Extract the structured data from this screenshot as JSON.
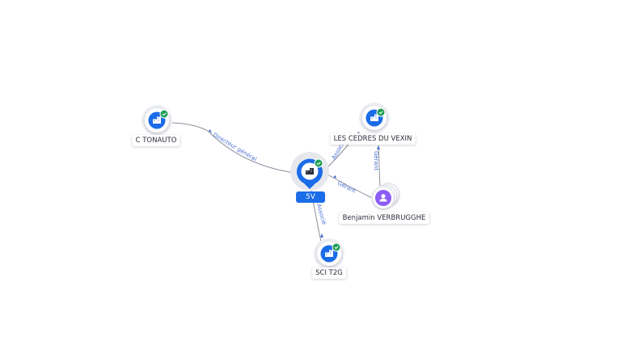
{
  "center": {
    "label": "5V",
    "icon": "building-icon",
    "verified_icon": "check-badge-icon"
  },
  "nodes": [
    {
      "id": "tonauto",
      "label": "C TONAUTO",
      "type": "company",
      "icon": "building-icon",
      "verified": true
    },
    {
      "id": "cedres",
      "label": "LES CEDRES DU VEXIN",
      "type": "company",
      "icon": "building-icon",
      "verified": true
    },
    {
      "id": "benjamin",
      "label": "Benjamin VERBRUGGHE",
      "type": "person",
      "icon": "person-icon",
      "verified": false
    },
    {
      "id": "sci",
      "label": "SCI T2G",
      "type": "company",
      "icon": "building-icon",
      "verified": true
    }
  ],
  "edges": [
    {
      "from": "center",
      "to": "tonauto",
      "label": "Directeur général"
    },
    {
      "from": "center",
      "to": "cedres",
      "label": "Associé"
    },
    {
      "from": "benjamin",
      "to": "center",
      "label": "Gérant"
    },
    {
      "from": "benjamin",
      "to": "cedres",
      "label": "Gérant"
    },
    {
      "from": "center",
      "to": "sci",
      "label": "Associé"
    }
  ],
  "colors": {
    "company": "#1a6ce8",
    "person": "#8b5cf6",
    "verified": "#1e9e55",
    "edge": "#8a8f9c",
    "edge_label": "#4a6fd1"
  }
}
